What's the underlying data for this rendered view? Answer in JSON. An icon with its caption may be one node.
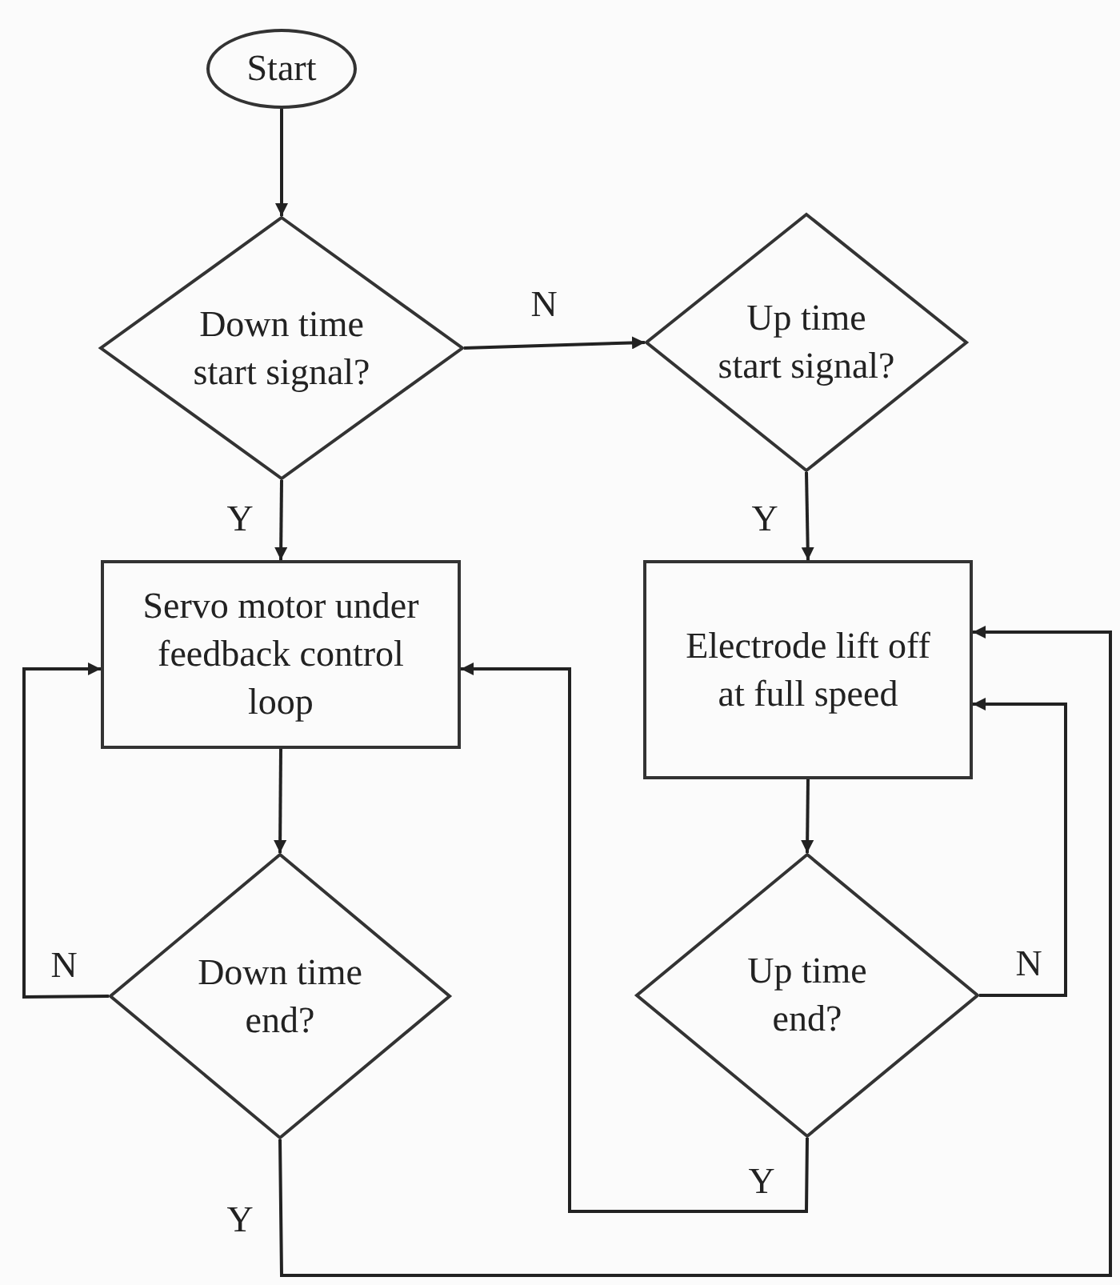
{
  "diagram": {
    "nodes": [
      {
        "text": [
          "Start"
        ]
      },
      {
        "text": [
          "Down time start signal?"
        ]
      },
      {
        "text": [
          "Up time start signal?"
        ]
      },
      {
        "text": [
          "Servo motor under feedback control loop"
        ]
      },
      {
        "text": [
          "Electrode lift off at full speed"
        ]
      },
      {
        "text": [
          "Down time end?"
        ]
      },
      {
        "text": [
          "Up time end?"
        ]
      }
    ],
    "edges": [
      {
        "from": 0,
        "to": 1,
        "arrow": "to"
      },
      {
        "from": 1,
        "to": 2,
        "arrow": "to",
        "label": "N"
      },
      {
        "from": 1,
        "to": 3,
        "arrow": "to",
        "label": "Y"
      },
      {
        "from": 2,
        "to": 4,
        "arrow": "to",
        "label": "Y"
      },
      {
        "from": 3,
        "to": 5,
        "arrow": "to"
      },
      {
        "from": 5,
        "to": 3,
        "arrow": "to",
        "label": "N"
      },
      {
        "from": 4,
        "to": 6,
        "arrow": "to"
      },
      {
        "from": 6,
        "to": 4,
        "arrow": "to",
        "label": "N"
      },
      {
        "from": 6,
        "to": 3,
        "arrow": "to",
        "label": "Y"
      },
      {
        "from": 5,
        "to": 4,
        "arrow": "to",
        "label": "Y"
      }
    ]
  }
}
